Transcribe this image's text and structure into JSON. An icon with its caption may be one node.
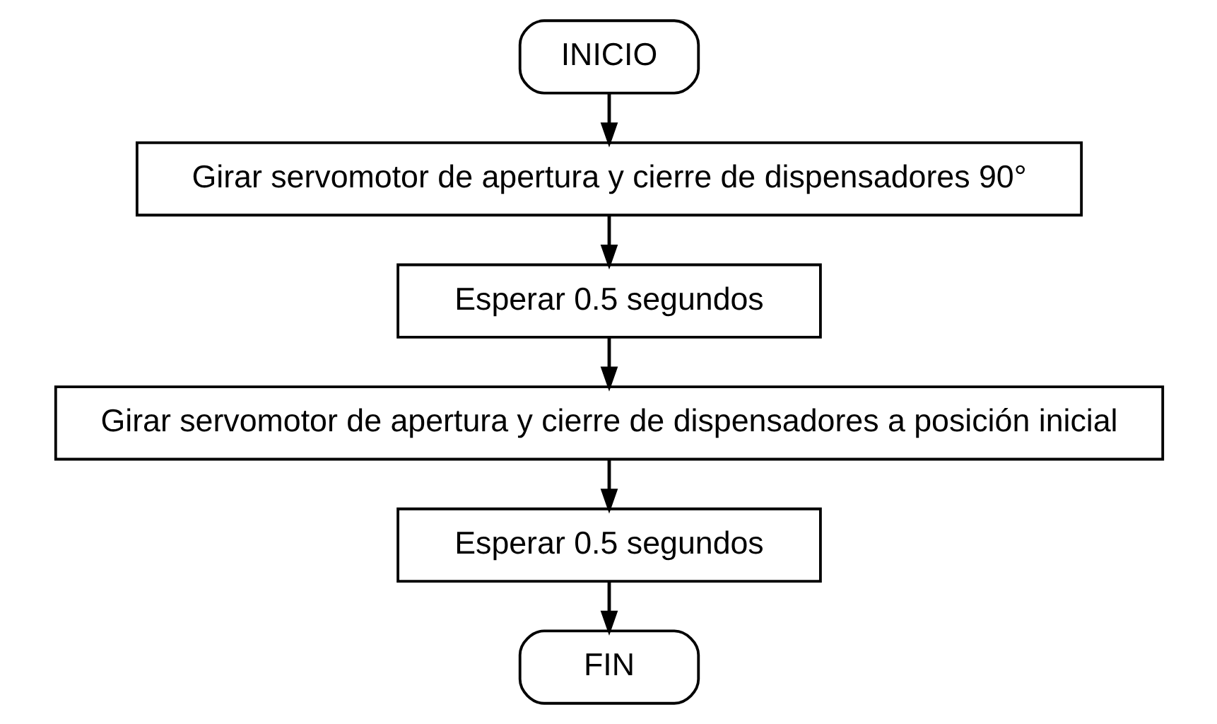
{
  "diagram": {
    "nodes": [
      {
        "text": [
          "INICIO"
        ]
      },
      {
        "text": [
          "Girar servomotor de apertura y cierre de dispensadores 90°"
        ]
      },
      {
        "text": [
          "Esperar 0.5 segundos"
        ]
      },
      {
        "text": [
          "Girar servomotor de apertura y cierre de dispensadores a posición inicial"
        ]
      },
      {
        "text": [
          "Esperar 0.5 segundos"
        ]
      },
      {
        "text": [
          "FIN"
        ]
      }
    ],
    "edges": [
      {
        "from": 0,
        "to": 1,
        "arrow": "to"
      },
      {
        "from": 1,
        "to": 2,
        "arrow": "to"
      },
      {
        "from": 2,
        "to": 3,
        "arrow": "to"
      },
      {
        "from": 3,
        "to": 4,
        "arrow": "to"
      },
      {
        "from": 4,
        "to": 5,
        "arrow": "to"
      }
    ]
  }
}
